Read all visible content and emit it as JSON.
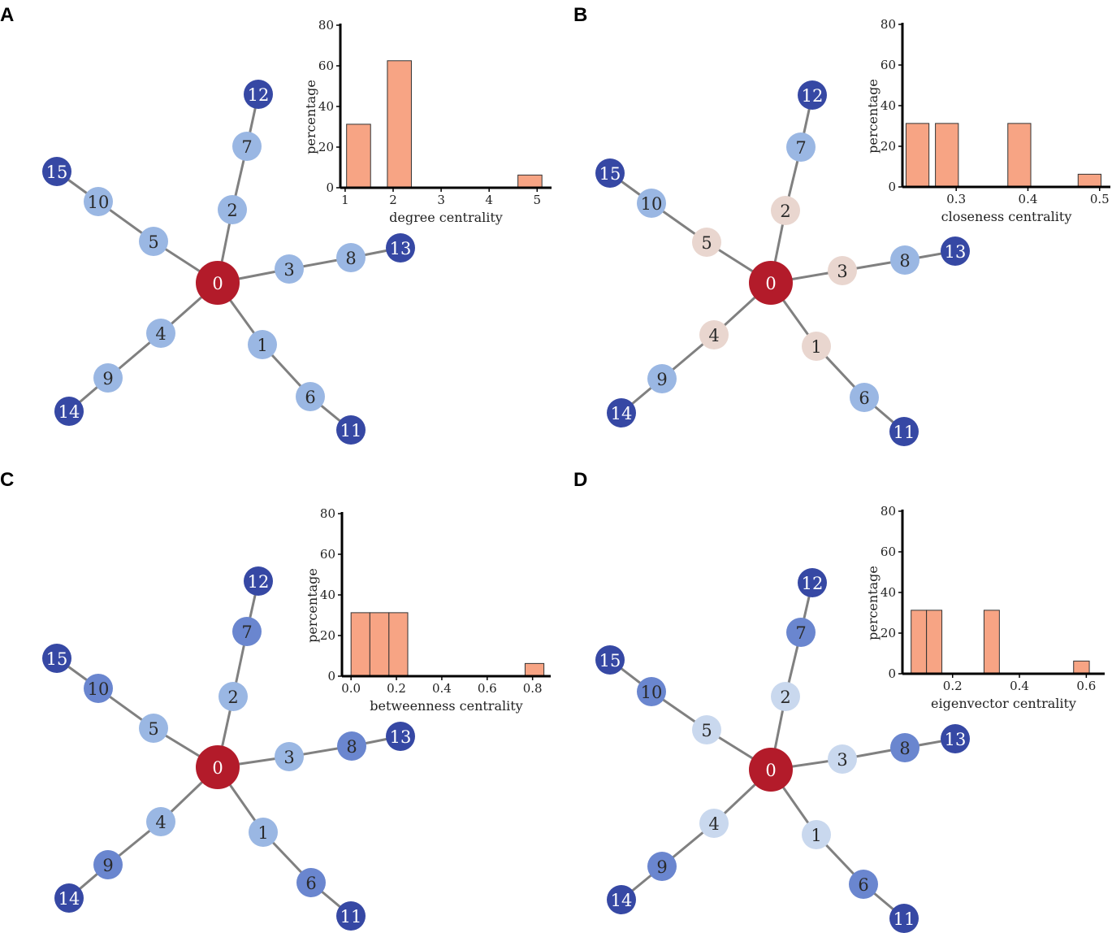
{
  "colors": {
    "center": "#b31b2a",
    "very_light": "#c9d8ee",
    "light": "#9ab7e3",
    "medium": "#6a86cf",
    "dark": "#3648a4",
    "beige": "#e9d6cf",
    "edge": "#808080",
    "bar_fill": "#f7a484",
    "bar_stroke": "#333333"
  },
  "graph": {
    "nodes": [
      "0",
      "1",
      "2",
      "3",
      "4",
      "5",
      "6",
      "7",
      "8",
      "9",
      "10",
      "11",
      "12",
      "13",
      "14",
      "15"
    ],
    "edges": [
      [
        "0",
        "1"
      ],
      [
        "0",
        "2"
      ],
      [
        "0",
        "3"
      ],
      [
        "0",
        "4"
      ],
      [
        "0",
        "5"
      ],
      [
        "1",
        "6"
      ],
      [
        "2",
        "7"
      ],
      [
        "3",
        "8"
      ],
      [
        "4",
        "9"
      ],
      [
        "5",
        "10"
      ],
      [
        "6",
        "11"
      ],
      [
        "7",
        "12"
      ],
      [
        "8",
        "13"
      ],
      [
        "9",
        "14"
      ],
      [
        "10",
        "15"
      ]
    ]
  },
  "panels": [
    {
      "letter": "A",
      "node_colors": [
        "center",
        "light",
        "light",
        "light",
        "light",
        "light",
        "light",
        "light",
        "light",
        "light",
        "light",
        "dark",
        "dark",
        "dark",
        "dark",
        "dark"
      ],
      "chart_data": {
        "type": "bar",
        "xlabel": "degree centrality",
        "ylabel": "percentage",
        "ylim": [
          0,
          80
        ],
        "yticks": [
          "0",
          "20",
          "40",
          "60",
          "80"
        ],
        "xlim": [
          0.9,
          5.3
        ],
        "xticks": [
          {
            "v": 1,
            "t": "1"
          },
          {
            "v": 2,
            "t": "2"
          },
          {
            "v": 3,
            "t": "3"
          },
          {
            "v": 4,
            "t": "4"
          },
          {
            "v": 5,
            "t": "5"
          }
        ],
        "bars": [
          {
            "x0": 1.03,
            "x1": 1.53,
            "y": 31.25
          },
          {
            "x0": 1.88,
            "x1": 2.38,
            "y": 62.5
          },
          {
            "x0": 4.6,
            "x1": 5.1,
            "y": 6.25
          }
        ]
      }
    },
    {
      "letter": "B",
      "node_colors": [
        "center",
        "beige",
        "beige",
        "beige",
        "beige",
        "beige",
        "light",
        "light",
        "light",
        "light",
        "light",
        "dark",
        "dark",
        "dark",
        "dark",
        "dark"
      ],
      "chart_data": {
        "type": "bar",
        "xlabel": "closeness centrality",
        "ylabel": "percentage",
        "ylim": [
          0,
          80
        ],
        "yticks": [
          "0",
          "20",
          "40",
          "60",
          "80"
        ],
        "xlim": [
          0.225,
          0.515
        ],
        "xticks": [
          {
            "v": 0.3,
            "t": "0.3"
          },
          {
            "v": 0.4,
            "t": "0.4"
          },
          {
            "v": 0.5,
            "t": "0.5"
          }
        ],
        "bars": [
          {
            "x0": 0.23,
            "x1": 0.262,
            "y": 31.25
          },
          {
            "x0": 0.271,
            "x1": 0.303,
            "y": 31.25
          },
          {
            "x0": 0.372,
            "x1": 0.404,
            "y": 31.25
          },
          {
            "x0": 0.47,
            "x1": 0.502,
            "y": 6.25
          }
        ]
      }
    },
    {
      "letter": "C",
      "node_colors": [
        "center",
        "light",
        "light",
        "light",
        "light",
        "light",
        "medium",
        "medium",
        "medium",
        "medium",
        "medium",
        "dark",
        "dark",
        "dark",
        "dark",
        "dark"
      ],
      "chart_data": {
        "type": "bar",
        "xlabel": "betweenness centrality",
        "ylabel": "percentage",
        "ylim": [
          0,
          80
        ],
        "yticks": [
          "0",
          "20",
          "40",
          "60",
          "80"
        ],
        "xlim": [
          -0.04,
          0.88
        ],
        "xticks": [
          {
            "v": 0,
            "t": "0.0"
          },
          {
            "v": 0.2,
            "t": "0.2"
          },
          {
            "v": 0.4,
            "t": "0.4"
          },
          {
            "v": 0.6,
            "t": "0.6"
          },
          {
            "v": 0.8,
            "t": "0.8"
          }
        ],
        "bars": [
          {
            "x0": 0.0,
            "x1": 0.083,
            "y": 31.25
          },
          {
            "x0": 0.083,
            "x1": 0.167,
            "y": 31.25
          },
          {
            "x0": 0.167,
            "x1": 0.25,
            "y": 31.25
          },
          {
            "x0": 0.767,
            "x1": 0.85,
            "y": 6.25
          }
        ]
      }
    },
    {
      "letter": "D",
      "node_colors": [
        "center",
        "very_light",
        "very_light",
        "very_light",
        "very_light",
        "very_light",
        "medium",
        "medium",
        "medium",
        "medium",
        "medium",
        "dark",
        "dark",
        "dark",
        "dark",
        "dark"
      ],
      "chart_data": {
        "type": "bar",
        "xlabel": "eigenvector centrality",
        "ylabel": "percentage",
        "ylim": [
          0,
          80
        ],
        "yticks": [
          "0",
          "20",
          "40",
          "60",
          "80"
        ],
        "xlim": [
          0.05,
          0.655
        ],
        "xticks": [
          {
            "v": 0.2,
            "t": "0.2"
          },
          {
            "v": 0.4,
            "t": "0.4"
          },
          {
            "v": 0.6,
            "t": "0.6"
          }
        ],
        "bars": [
          {
            "x0": 0.076,
            "x1": 0.122,
            "y": 31.25
          },
          {
            "x0": 0.122,
            "x1": 0.168,
            "y": 31.25
          },
          {
            "x0": 0.294,
            "x1": 0.34,
            "y": 31.25
          },
          {
            "x0": 0.562,
            "x1": 0.609,
            "y": 6.25
          }
        ]
      }
    }
  ]
}
